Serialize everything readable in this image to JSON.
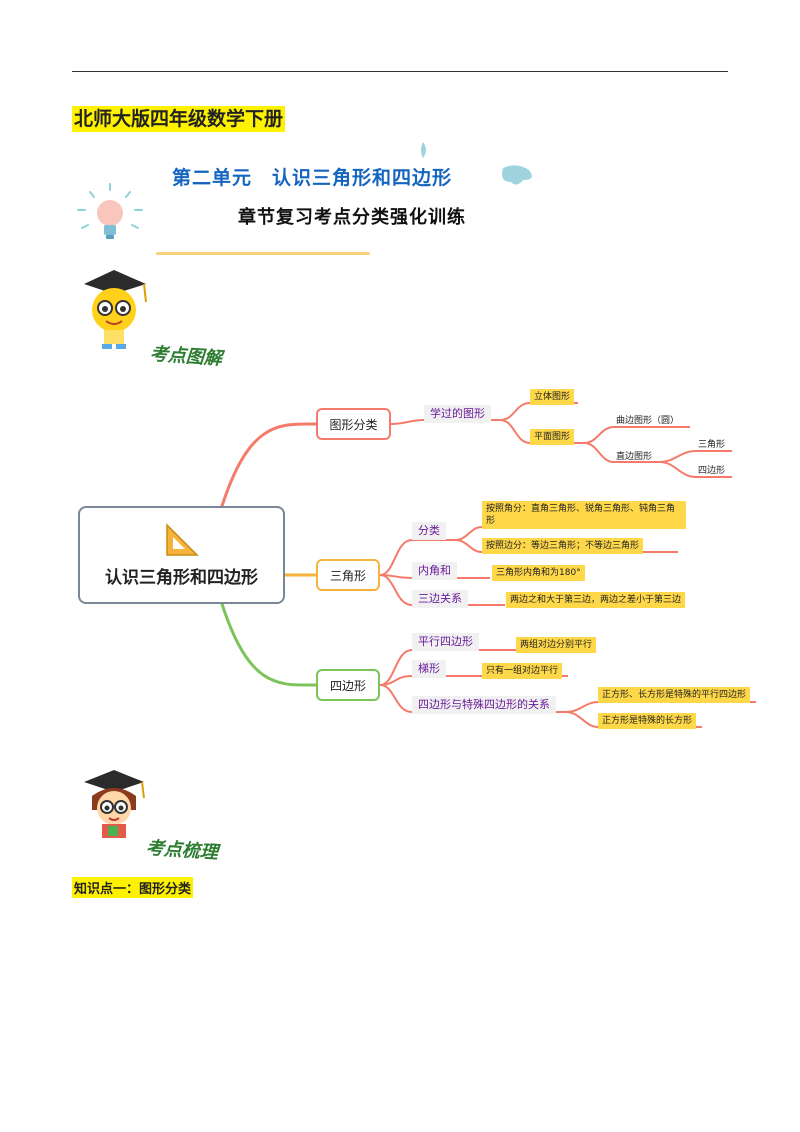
{
  "header": {
    "book_title": "北师大版四年级数学下册",
    "unit_title": "第二单元　认识三角形和四边形",
    "subtitle": "章节复习考点分类强化训练"
  },
  "sections": {
    "diagram_tag": "考点图解",
    "outline_tag": "考点梳理",
    "knowledge_point_1": "知识点一：图形分类"
  },
  "mindmap": {
    "root": "认识三角形和四边形",
    "branches": {
      "tuxing": {
        "label": "图形分类",
        "learned": "学过的图形",
        "solid": "立体图形",
        "plane": "平面图形",
        "curved": "曲边图形（圆）",
        "straight": "直边图形",
        "triangle": "三角形",
        "quad": "四边形"
      },
      "sanjiao": {
        "label": "三角形",
        "classify": "分类",
        "by_angle": "按照角分：直角三角形、锐角三角形、钝角三角形",
        "by_side": "按照边分：等边三角形；不等边三角形",
        "inner_angle": "内角和",
        "inner_angle_value": "三角形内角和为180°",
        "side_relation": "三边关系",
        "side_relation_value": "两边之和大于第三边，两边之差小于第三边"
      },
      "sibian": {
        "label": "四边形",
        "parallelogram": "平行四边形",
        "parallelogram_value": "两组对边分别平行",
        "trapezoid": "梯形",
        "trapezoid_value": "只有一组对边平行",
        "relation": "四边形与特殊四边形的关系",
        "relation_value_1": "正方形、长方形是特殊的平行四边形",
        "relation_value_2": "正方形是特殊的长方形"
      }
    }
  },
  "colors": {
    "branch_tuxing": "#f47b6b",
    "branch_sanjiao": "#f6b33c",
    "branch_sibian": "#7cc35a",
    "highlight": "#fff200"
  }
}
